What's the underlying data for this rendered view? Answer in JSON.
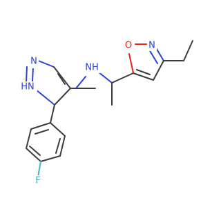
{
  "atoms": {
    "pyrazole_n2": {
      "label": "N",
      "color": "#2a3fd6"
    },
    "pyrazole_n1h": {
      "label": "HN",
      "color": "#2a3fd6"
    },
    "amine_nh": {
      "label": "NH",
      "color": "#2a3fd6"
    },
    "isoxazole_o": {
      "label": "O",
      "color": "#e1251b"
    },
    "isoxazole_n": {
      "label": "N",
      "color": "#2a3fd6"
    },
    "fluorine": {
      "label": "F",
      "color": "#33b8c4"
    }
  },
  "colors": {
    "bond": "#3c3c3c",
    "nitrogen": "#2a3fd6",
    "oxygen": "#e1251b",
    "fluorine": "#33b8c4",
    "background": "#ffffff"
  }
}
